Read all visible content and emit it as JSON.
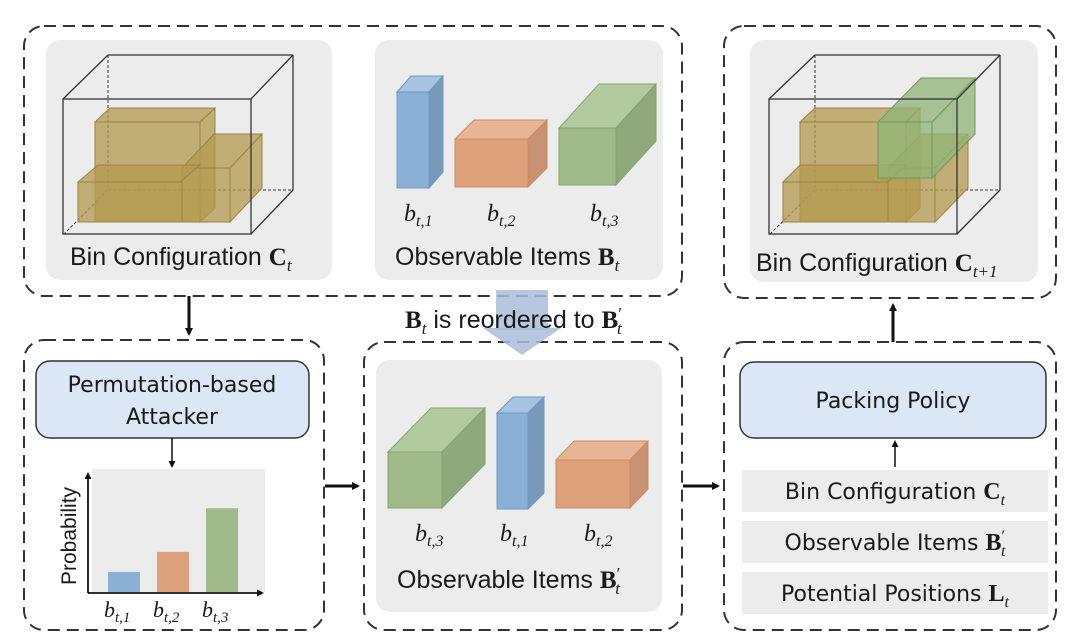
{
  "colors": {
    "panel_bg": "#ececec",
    "block_blue": "#dbe7f4",
    "item_blue": "#8bb0d6",
    "item_orange": "#dca07a",
    "item_green": "#a0ba8a",
    "bin_item": "#b3994f",
    "arrow": "#111111",
    "reorder_arrow": "#a9bdd9"
  },
  "top_left": {
    "bin_caption": "Bin Configuration",
    "bin_symbol": "C",
    "bin_sub": "t",
    "items_caption": "Observable Items",
    "items_symbol": "B",
    "items_sub": "t",
    "items": [
      {
        "label": "b",
        "sub": "t,1",
        "color": "blue"
      },
      {
        "label": "b",
        "sub": "t,2",
        "color": "orange"
      },
      {
        "label": "b",
        "sub": "t,3",
        "color": "green"
      }
    ]
  },
  "top_right": {
    "caption": "Bin Configuration",
    "symbol": "C",
    "sub": "t+1"
  },
  "reorder_note": {
    "from_symbol": "B",
    "from_sub": "t",
    "text": "is reordered to",
    "to_symbol": "B",
    "to_prime": "′",
    "to_sub": "t"
  },
  "attacker": {
    "line1": "Permutation-based",
    "line2": "Attacker"
  },
  "chart_data": {
    "type": "bar",
    "title": "",
    "xlabel": "",
    "ylabel": "Probability",
    "categories": [
      "b_{t,1}",
      "b_{t,2}",
      "b_{t,3}"
    ],
    "category_labels": [
      {
        "base": "b",
        "sub": "t,1"
      },
      {
        "base": "b",
        "sub": "t,2"
      },
      {
        "base": "b",
        "sub": "t,3"
      }
    ],
    "values": [
      0.17,
      0.34,
      0.71
    ],
    "ylim": [
      0,
      1
    ],
    "grid": false,
    "bar_colors": [
      "#8bb0d6",
      "#dca07a",
      "#a0ba8a"
    ]
  },
  "reordered": {
    "caption": "Observable Items",
    "symbol": "B",
    "prime": "′",
    "sub": "t",
    "items": [
      {
        "label": "b",
        "sub": "t,3",
        "color": "green"
      },
      {
        "label": "b",
        "sub": "t,1",
        "color": "blue"
      },
      {
        "label": "b",
        "sub": "t,2",
        "color": "orange"
      }
    ]
  },
  "policy": {
    "title": "Packing Policy",
    "inputs": [
      {
        "text": "Bin Configuration",
        "symbol": "C",
        "prime": "",
        "sub": "t"
      },
      {
        "text": "Observable Items",
        "symbol": "B",
        "prime": "′",
        "sub": "t"
      },
      {
        "text": "Potential Positions",
        "symbol": "L",
        "prime": "",
        "sub": "t"
      }
    ]
  }
}
